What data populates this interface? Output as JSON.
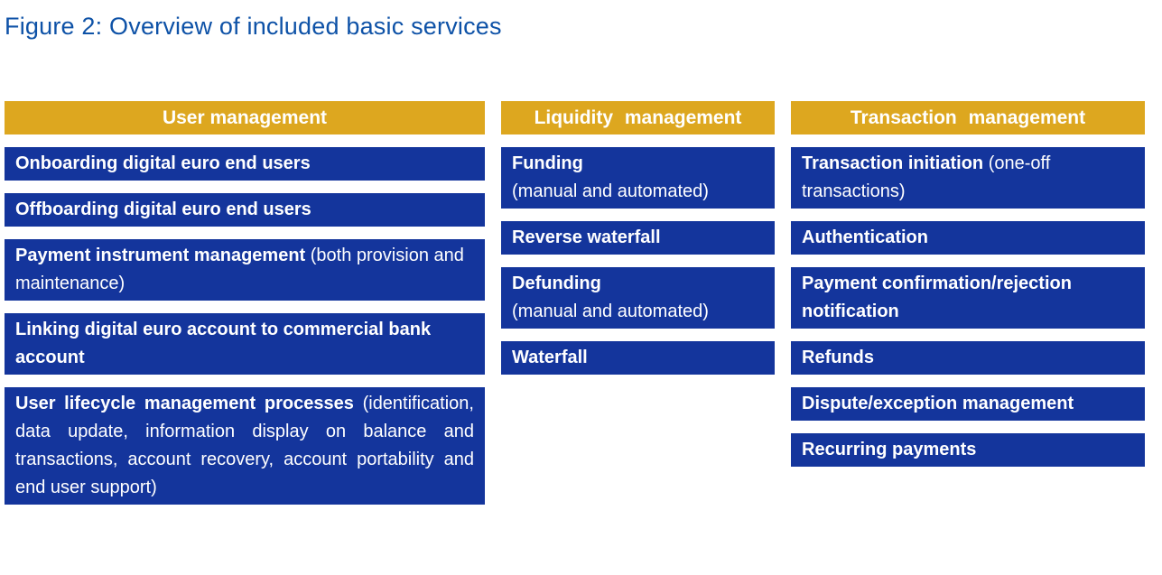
{
  "figure": {
    "title": "Figure 2: Overview of included basic services"
  },
  "colors": {
    "title_text": "#0e52a7",
    "header_bg": "#dda71f",
    "box_bg": "#14359c",
    "box_text": "#ffffff",
    "page_bg": "#ffffff"
  },
  "columns": [
    {
      "header": "User management",
      "items": [
        {
          "bold": "Onboarding digital euro end users",
          "regular": ""
        },
        {
          "bold": "Offboarding digital euro end users",
          "regular": ""
        },
        {
          "bold": "Payment instrument management",
          "regular": " (both provision and maintenance)"
        },
        {
          "bold": "Linking digital euro account to commercial bank account",
          "regular": ""
        },
        {
          "bold": "User lifecycle management processes",
          "regular": " (identification, data update, information display on balance and transactions, account recovery, account portability and end user support)"
        }
      ]
    },
    {
      "header": "Liquidity management",
      "items": [
        {
          "bold": "Funding",
          "regular": "(manual and automated)"
        },
        {
          "bold": "Reverse waterfall",
          "regular": ""
        },
        {
          "bold": "Defunding",
          "regular": "(manual and automated)"
        },
        {
          "bold": "Waterfall",
          "regular": ""
        }
      ]
    },
    {
      "header": "Transaction management",
      "items": [
        {
          "bold": "Transaction initiation",
          "regular": " (one-off transactions)"
        },
        {
          "bold": "Authentication",
          "regular": ""
        },
        {
          "bold": "Payment confirmation/rejection notification",
          "regular": ""
        },
        {
          "bold": "Refunds",
          "regular": ""
        },
        {
          "bold": "Dispute/exception management",
          "regular": ""
        },
        {
          "bold": "Recurring payments",
          "regular": ""
        }
      ]
    }
  ]
}
